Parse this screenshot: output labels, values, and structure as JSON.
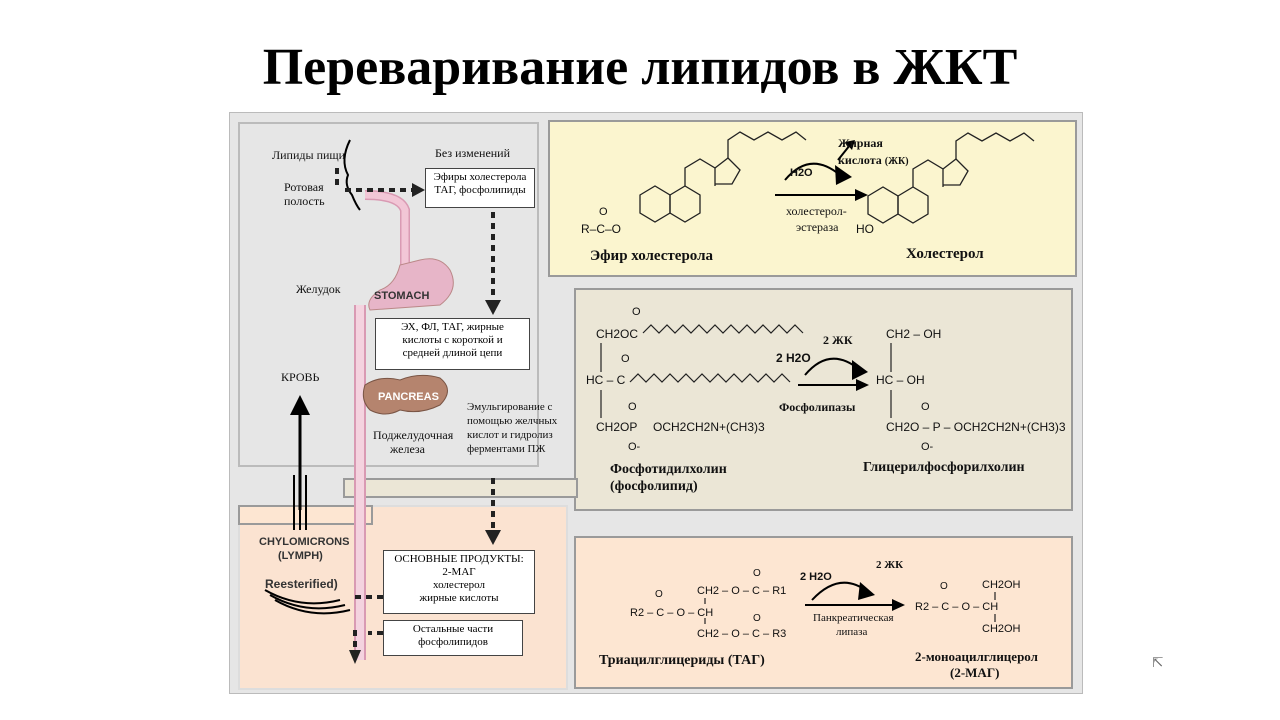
{
  "slide": {
    "title": "Переваривание липидов в ЖКТ"
  },
  "body_diagram": {
    "food_lipids": "Липиды пищи",
    "unchanged": "Без изменений",
    "mouth": "Ротовая",
    "mouth2": "полость",
    "stomach_ru": "Желудок",
    "stomach_en": "STOMACH",
    "blood": "КРОВЬ",
    "pancreas_en": "PANCREAS",
    "pancreas_ru1": "Поджелудочная",
    "pancreas_ru2": "железа",
    "chylomicrons1": "CHYLOMICRONS",
    "chylomicrons2": "(LYMPH)",
    "reesterified": "Reesterified)",
    "box1_line1": "Эфиры холестерола",
    "box1_line2": "ТАГ, фосфолипиды",
    "box2_line1": "ЭХ, ФЛ, ТАГ, жирные",
    "box2_line2": "кислоты с короткой и",
    "box2_line3": "средней длиной цепи",
    "emul1": "Эмульгирование с",
    "emul2": "помощью желчных",
    "emul3": "кислот и гидролиз",
    "emul4": "ферментами ПЖ",
    "box3_line1": "ОСНОВНЫЕ ПРОДУКТЫ:",
    "box3_line2": "2-МАГ",
    "box3_line3": "холестерол",
    "box3_line4": "жирные кислоты",
    "box4_line1": "Остальные части",
    "box4_line2": "фосфолипидов"
  },
  "cholesterol_panel": {
    "substrate": "Эфир холестерола",
    "product": "Холестерол",
    "water": "H2O",
    "fatty_acid1": "Жирная",
    "fatty_acid2": "кислота",
    "fatty_acid_abbr": "(ЖК)",
    "enzyme1": "холестерол-",
    "enzyme2": "эстераза",
    "ester_group": "R–C–O",
    "ho": "HO",
    "o": "O"
  },
  "phospholipid_panel": {
    "substrate1": "Фосфотидилхолин",
    "substrate2": "(фосфолипид)",
    "product": "Глицерилфосфорилхолин",
    "water": "2 H2O",
    "fa": "2 ЖК",
    "enzyme": "Фосфолипазы",
    "ch2occ": "CH2OC",
    "o": "O",
    "hc_c": "HC – C",
    "ch2o_p": "CH2OP",
    "och2": "OCH2CH2N+(CH3)3",
    "o_minus": "O-",
    "ch2oh": "CH2 – OH",
    "hcoh": "HC – OH",
    "ch2op2": "CH2O – P – OCH2CH2N+(CH3)3"
  },
  "tag_panel": {
    "substrate": "Триацилглицериды (ТАГ)",
    "product1": "2-моноацилглицерол",
    "product2": "(2-МАГ)",
    "water": "2 H2O",
    "fa": "2 ЖК",
    "enzyme1": "Панкреатическая",
    "enzyme2": "липаза",
    "r2": "R2 – C – O – CH",
    "r1": "CH2 – O – C – R1",
    "r3": "CH2 – O – C – R3",
    "prod_r2": "R2 – C – O – CH",
    "prod_ch2oh_top": "CH2OH",
    "prod_ch2oh_bot": "CH2OH",
    "o": "O"
  },
  "colors": {
    "yellow_panel": "#fbf5cf",
    "tan_panel": "#ebe6d6",
    "orange_panel": "#fde6d2",
    "gut": "#f2c6d6",
    "pancreas": "#b5846e"
  }
}
